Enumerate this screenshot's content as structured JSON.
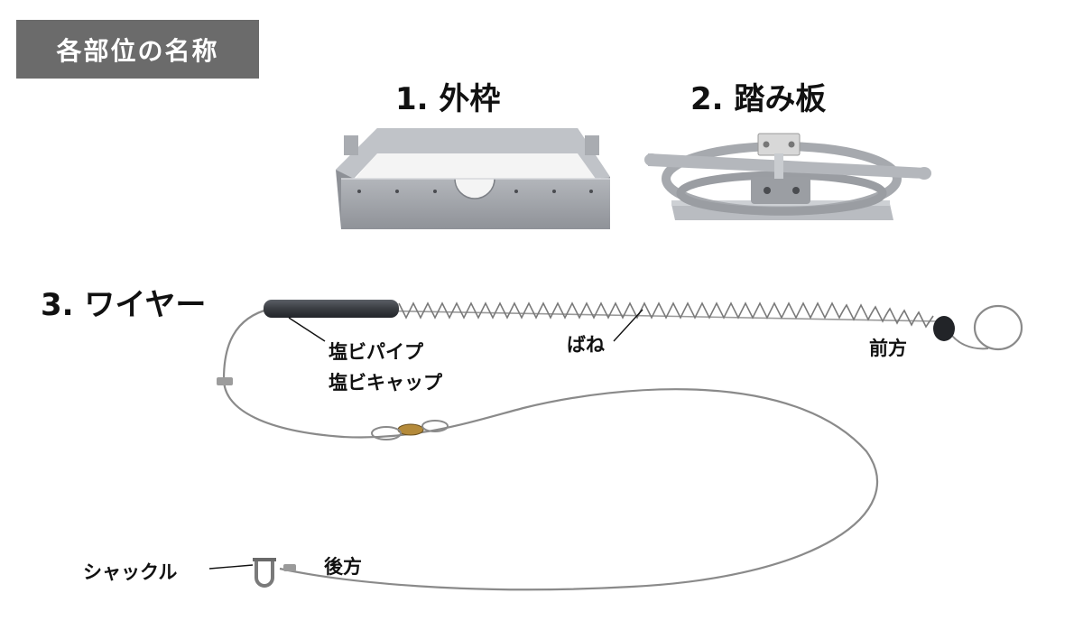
{
  "header": {
    "title": "各部位の名称"
  },
  "parts": {
    "outer_frame": {
      "label": "1. 外枠"
    },
    "treadle": {
      "label": "2. 踏み板"
    },
    "wire": {
      "label": "3. ワイヤー"
    }
  },
  "callouts": {
    "pvc_pipe": "塩ビパイプ",
    "pvc_cap": "塩ビキャップ",
    "spring": "ばね",
    "front": "前方",
    "shackle": "シャックル",
    "rear": "後方"
  },
  "colors": {
    "badge_bg": "#6b6b6b",
    "part_gray": "#a4a7ad",
    "wire": "#8a8a8a",
    "pipe": "#3a3d42"
  }
}
